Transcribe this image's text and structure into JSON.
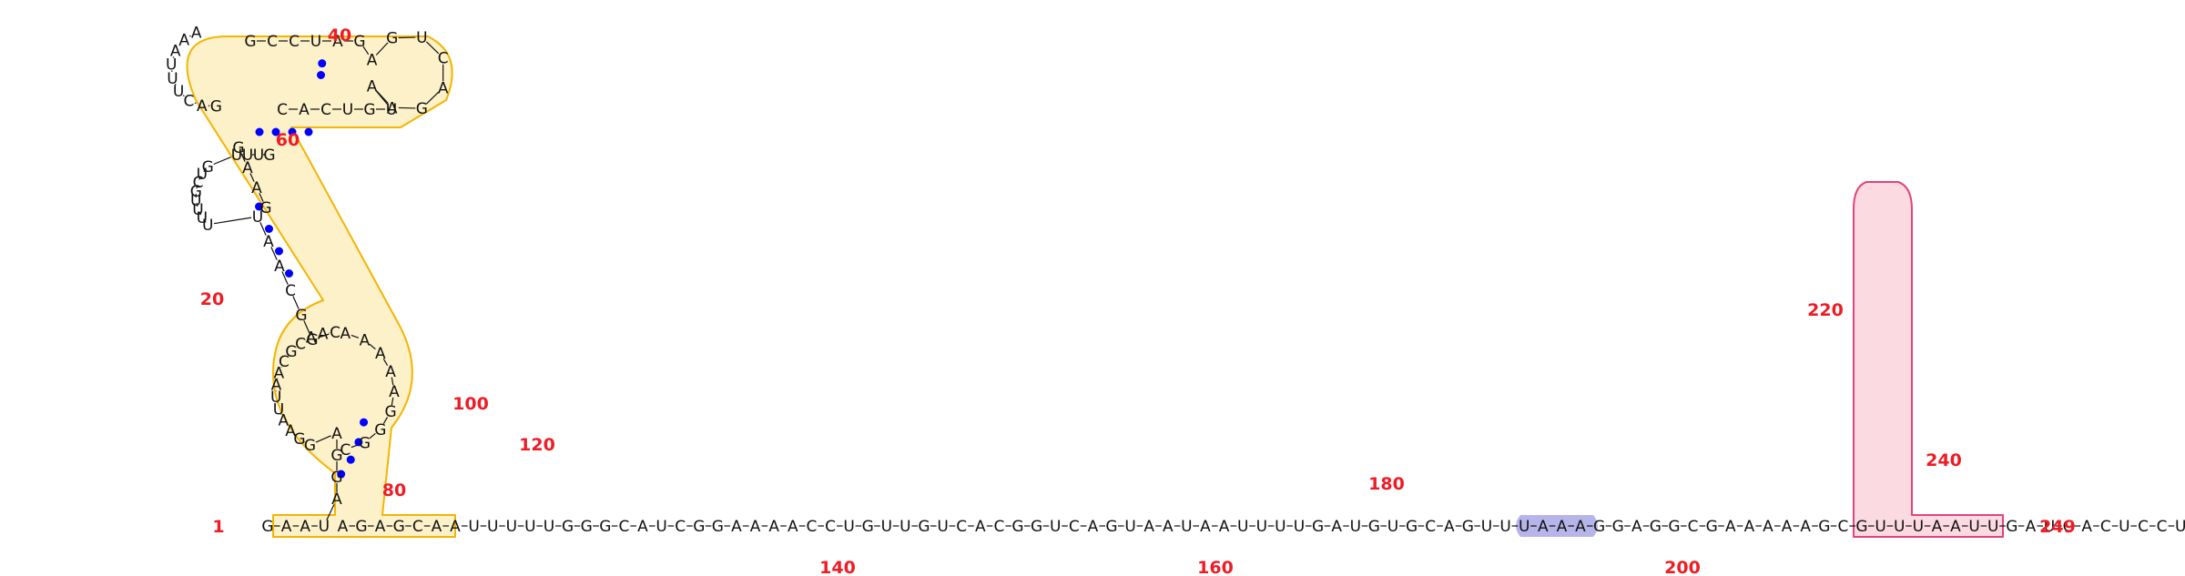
{
  "diagram": {
    "sequence": "GAAUAGGAGGAAUUAACGCAACGGCAAUUUUUGCUGUUUGGACUUUAAAGCCUAGAGUCAGAAUGUCACGAAGAAAAAGGGCAGAGCAAUUUUUGGGCAUCGGAAAACCUGUUGUCACGGUCAGUAAUAAUUUUGAUGUGCAGUUUAAAGGAGGCGAAAAAGCGUUUAAUUGAUCACUCCUAUUUUUUUGUGGGUUCCGCGAUAAUAAAUC",
    "position_labels": [
      {
        "key": "1",
        "text": "1"
      },
      {
        "key": "20",
        "text": "20"
      },
      {
        "key": "40",
        "text": "40"
      },
      {
        "key": "60",
        "text": "60"
      },
      {
        "key": "80",
        "text": "80"
      },
      {
        "key": "100",
        "text": "100"
      },
      {
        "key": "120",
        "text": "120"
      },
      {
        "key": "140",
        "text": "140"
      },
      {
        "key": "160",
        "text": "160"
      },
      {
        "key": "180",
        "text": "180"
      },
      {
        "key": "200",
        "text": "200"
      },
      {
        "key": "220",
        "text": "220"
      },
      {
        "key": "240",
        "text": "240"
      },
      {
        "key": "249",
        "text": "249"
      }
    ],
    "colors": {
      "nucleotide": "#111111",
      "base_pair_dot": "#0000ff",
      "backbone": "#111111",
      "position_label": "#ee1c24",
      "highlight_yellow_fill": "#fdeec0",
      "highlight_yellow_stroke": "#f4b400",
      "highlight_pink_fill": "#fbd3dc",
      "highlight_pink_stroke": "#e0457b",
      "highlight_blue_fill": "#a8a8e6"
    }
  }
}
